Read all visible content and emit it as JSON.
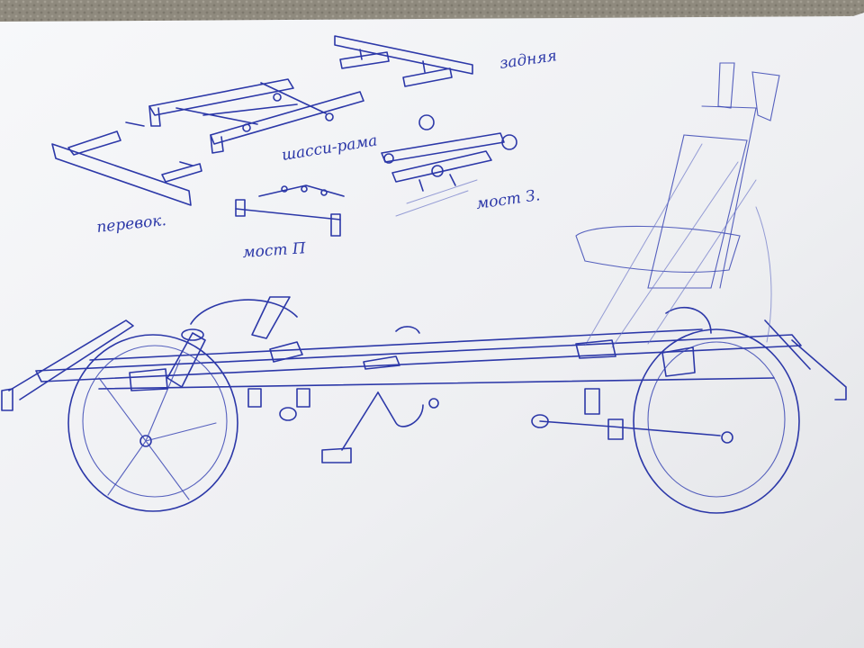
{
  "labels": {
    "rear": "задняя",
    "chassis_frame": "шасси-рама",
    "front_axle": "мост П",
    "rear_axle": "мост З.",
    "front": "перевок."
  },
  "colors": {
    "ink": "#2c38a8",
    "paper": "#f4f4f6",
    "background_fabric": "#8f8a7e"
  }
}
